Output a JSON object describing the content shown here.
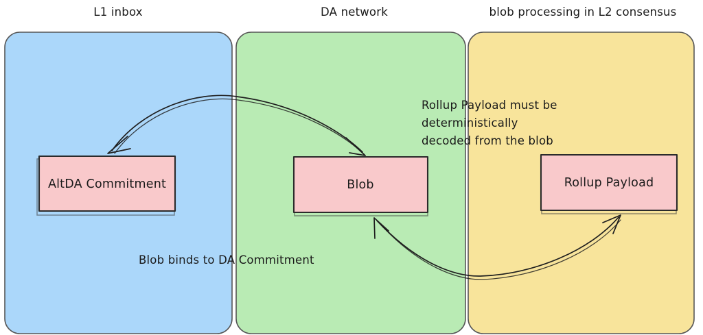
{
  "diagram": {
    "title_bar": {
      "lanes": [
        {
          "id": "l1-inbox",
          "label": "L1 inbox",
          "color": "#ABD7FA"
        },
        {
          "id": "da-network",
          "label": "DA network",
          "color": "#B9EBB4"
        },
        {
          "id": "l2-consensus",
          "label": "blob processing in L2 consensus",
          "color": "#F8E49B"
        }
      ]
    },
    "nodes": [
      {
        "id": "altda-commitment",
        "label": "AltDA Commitment",
        "lane": "l1-inbox",
        "fill": "#F9C9CB"
      },
      {
        "id": "blob",
        "label": "Blob",
        "lane": "da-network",
        "fill": "#F9C9CB"
      },
      {
        "id": "rollup-payload",
        "label": "Rollup Payload",
        "lane": "l2-consensus",
        "fill": "#F9C9CB"
      }
    ],
    "annotations": [
      {
        "id": "decode-note",
        "lines": [
          "Rollup Payload must be",
          "deterministically",
          "decoded from the blob"
        ]
      },
      {
        "id": "binding-note",
        "lines": [
          "Blob binds to DA Commitment"
        ]
      }
    ],
    "connectors": [
      {
        "id": "commitment-blob-link",
        "from": "altda-commitment",
        "to": "blob",
        "style": "double-headed-arc-up",
        "label_ref": "binding-note"
      },
      {
        "id": "blob-payload-link",
        "from": "blob",
        "to": "rollup-payload",
        "style": "double-headed-arc-down",
        "label_ref": "decode-note"
      }
    ],
    "colors": {
      "stroke": "#1f1f1f",
      "lane_border": "#565656",
      "node_fill": "#F9C9CB",
      "background": "#FFFFFF"
    }
  }
}
